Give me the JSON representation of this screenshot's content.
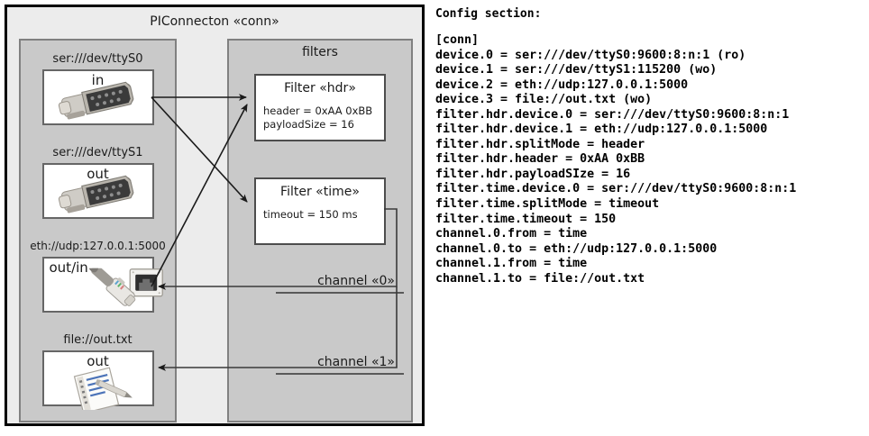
{
  "diagram": {
    "title": "PIConnecton «conn»",
    "devices_panel": {
      "name": "devices",
      "items": [
        {
          "label": "ser:///dev/ttyS0",
          "direction": "in",
          "icon": "serial-port-icon"
        },
        {
          "label": "ser:///dev/ttyS1",
          "direction": "out",
          "icon": "serial-port-icon"
        },
        {
          "label": "eth://udp:127.0.0.1:5000",
          "direction": "out/in",
          "icon": "ethernet-jack-icon"
        },
        {
          "label": "file://out.txt",
          "direction": "out",
          "icon": "text-file-icon"
        }
      ]
    },
    "filters_panel": {
      "title": "filters",
      "filters": [
        {
          "title": "Filter «hdr»",
          "attrs": [
            "header = 0xAA 0xBB",
            "payloadSize = 16"
          ]
        },
        {
          "title": "Filter «time»",
          "attrs": [
            "timeout = 150 ms"
          ]
        }
      ],
      "channels": [
        {
          "label": "channel «0»"
        },
        {
          "label": "channel «1»"
        }
      ]
    }
  },
  "config": {
    "heading": "Config section:",
    "lines": [
      "[conn]",
      "device.0 = ser:///dev/ttyS0:9600:8:n:1 (ro)",
      "device.1 = ser:///dev/ttyS1:115200 (wo)",
      "device.2 = eth://udp:127.0.0.1:5000",
      "device.3 = file://out.txt (wo)",
      "filter.hdr.device.0 = ser:///dev/ttyS0:9600:8:n:1",
      "filter.hdr.device.1 = eth://udp:127.0.0.1:5000",
      "filter.hdr.splitMode = header",
      "filter.hdr.header = 0xAA 0xBB",
      "filter.hdr.payloadSIze = 16",
      "filter.time.device.0 = ser:///dev/ttyS0:9600:8:n:1",
      "filter.time.splitMode = timeout",
      "filter.time.timeout = 150",
      "channel.0.from = time",
      "channel.0.to = eth://udp:127.0.0.1:5000",
      "channel.1.from = time",
      "channel.1.to = file://out.txt"
    ]
  },
  "colors": {
    "outer_background": "#ececec",
    "panel_background": "#c9c9c9",
    "box_background": "#ffffff",
    "border_dark": "#000000",
    "border_mid": "#666666",
    "text": "#1a1a1a"
  }
}
